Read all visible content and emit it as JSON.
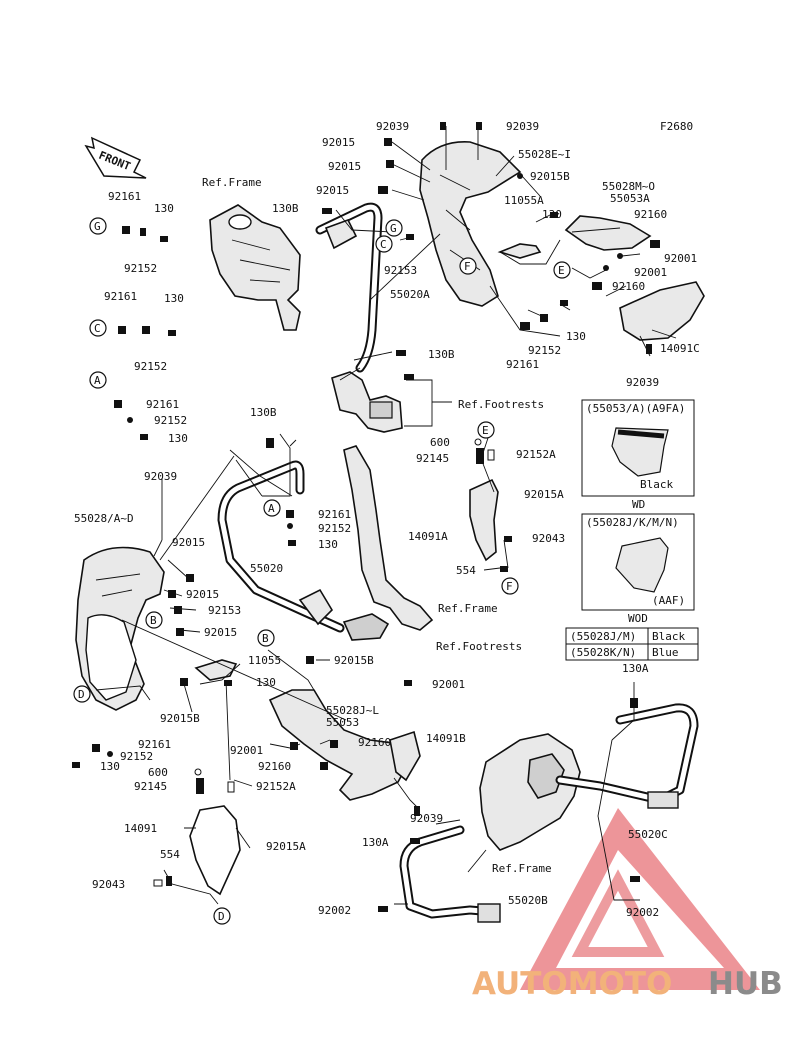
{
  "diagram_code": "F2680",
  "front_arrow_label": "FRONT",
  "ref_labels": {
    "frame_top": "Ref.Frame",
    "footrests_top": "Ref.Footrests",
    "frame_mid": "Ref.Frame",
    "footrests_mid": "Ref.Footrests",
    "frame_bottom": "Ref.Frame"
  },
  "part_labels": {
    "p92039_top_a": "92039",
    "p92039_top_b": "92039",
    "p92015_a": "92015",
    "p92015_b": "92015",
    "p92015_c": "92015",
    "p55028E": "55028E~I",
    "p92015B_top": "92015B",
    "p55028M": "55028M~O",
    "p55053A": "55053A",
    "p130B_top": "130B",
    "p11055A": "11055A",
    "p130_r1": "130",
    "p92160_r1": "92160",
    "p92001_r1": "92001",
    "p92001_r2": "92001",
    "p92160_r2": "92160",
    "p92153_top": "92153",
    "p55020A": "55020A",
    "p130_r2": "130",
    "p92152_r": "92152",
    "p92161_r": "92161",
    "p14091C": "14091C",
    "p130B_mid": "130B",
    "p92039_r": "92039",
    "p92161_g": "92161",
    "p130_g": "130",
    "p92152_g": "92152",
    "p92161_c": "92161",
    "p130_c": "130",
    "p92152_c": "92152",
    "p92161_a": "92161",
    "p92152_a": "92152",
    "p130_a": "130",
    "p130B_left": "130B",
    "p600_r": "600",
    "p92145_r": "92145",
    "p92152A_r": "92152A",
    "p92015A_r": "92015A",
    "p14091A": "14091A",
    "p92043_r": "92043",
    "p554_r": "554",
    "p92039_left": "92039",
    "p55028AD": "55028/A~D",
    "p92015_l1": "92015",
    "p92015_l2": "92015",
    "p92153_l": "92153",
    "p92015_l3": "92015",
    "p92161_m": "92161",
    "p92152_m": "92152",
    "p130_m": "130",
    "p55020": "55020",
    "p11055": "11055",
    "p92015B_m": "92015B",
    "p130_m2": "130",
    "p92001_m": "92001",
    "p92015B_l": "92015B",
    "p55028JL": "55028J~L",
    "p55053": "55053",
    "p14091B": "14091B",
    "p92161_l": "92161",
    "p92152_l": "92152",
    "p130_l": "130",
    "p92001_l": "92001",
    "p92160_l1": "92160",
    "p92160_l2": "92160",
    "p600_l": "600",
    "p92145_l": "92145",
    "p92152A_l": "92152A",
    "p92039_b": "92039",
    "p14091": "14091",
    "p92015A_l": "92015A",
    "p554_l": "554",
    "p92043_l": "92043",
    "p130A_r": "130A",
    "p130A_b": "130A",
    "p55020C": "55020C",
    "p55020B": "55020B",
    "p92002_l": "92002",
    "p92002_r": "92002"
  },
  "circle_labels": {
    "g1": "G",
    "g2": "G",
    "c1": "C",
    "c2": "C",
    "a1": "A",
    "a2": "A",
    "e1": "E",
    "e2": "E",
    "f1": "F",
    "f2": "F",
    "b1": "B",
    "b2": "B",
    "d1": "D",
    "d2": "D"
  },
  "inset_top": {
    "title": "(55053/A)(A9FA)",
    "color": "Black",
    "caption": "WD"
  },
  "inset_mid": {
    "title": "(55028J/K/M/N)",
    "code": "(AAF)",
    "caption": "WOD"
  },
  "color_table": {
    "rows": [
      {
        "model": "(55028J/M)",
        "color": "Black"
      },
      {
        "model": "(55028K/N)",
        "color": "Blue"
      }
    ]
  },
  "watermark": {
    "part1": "AUTOMOTO",
    "part2": "HUB",
    "colors": {
      "auto": "#f2b27a",
      "moto": "#ea8a8a",
      "hub": "#8b8b8b",
      "triangle": "#d9363e"
    }
  }
}
